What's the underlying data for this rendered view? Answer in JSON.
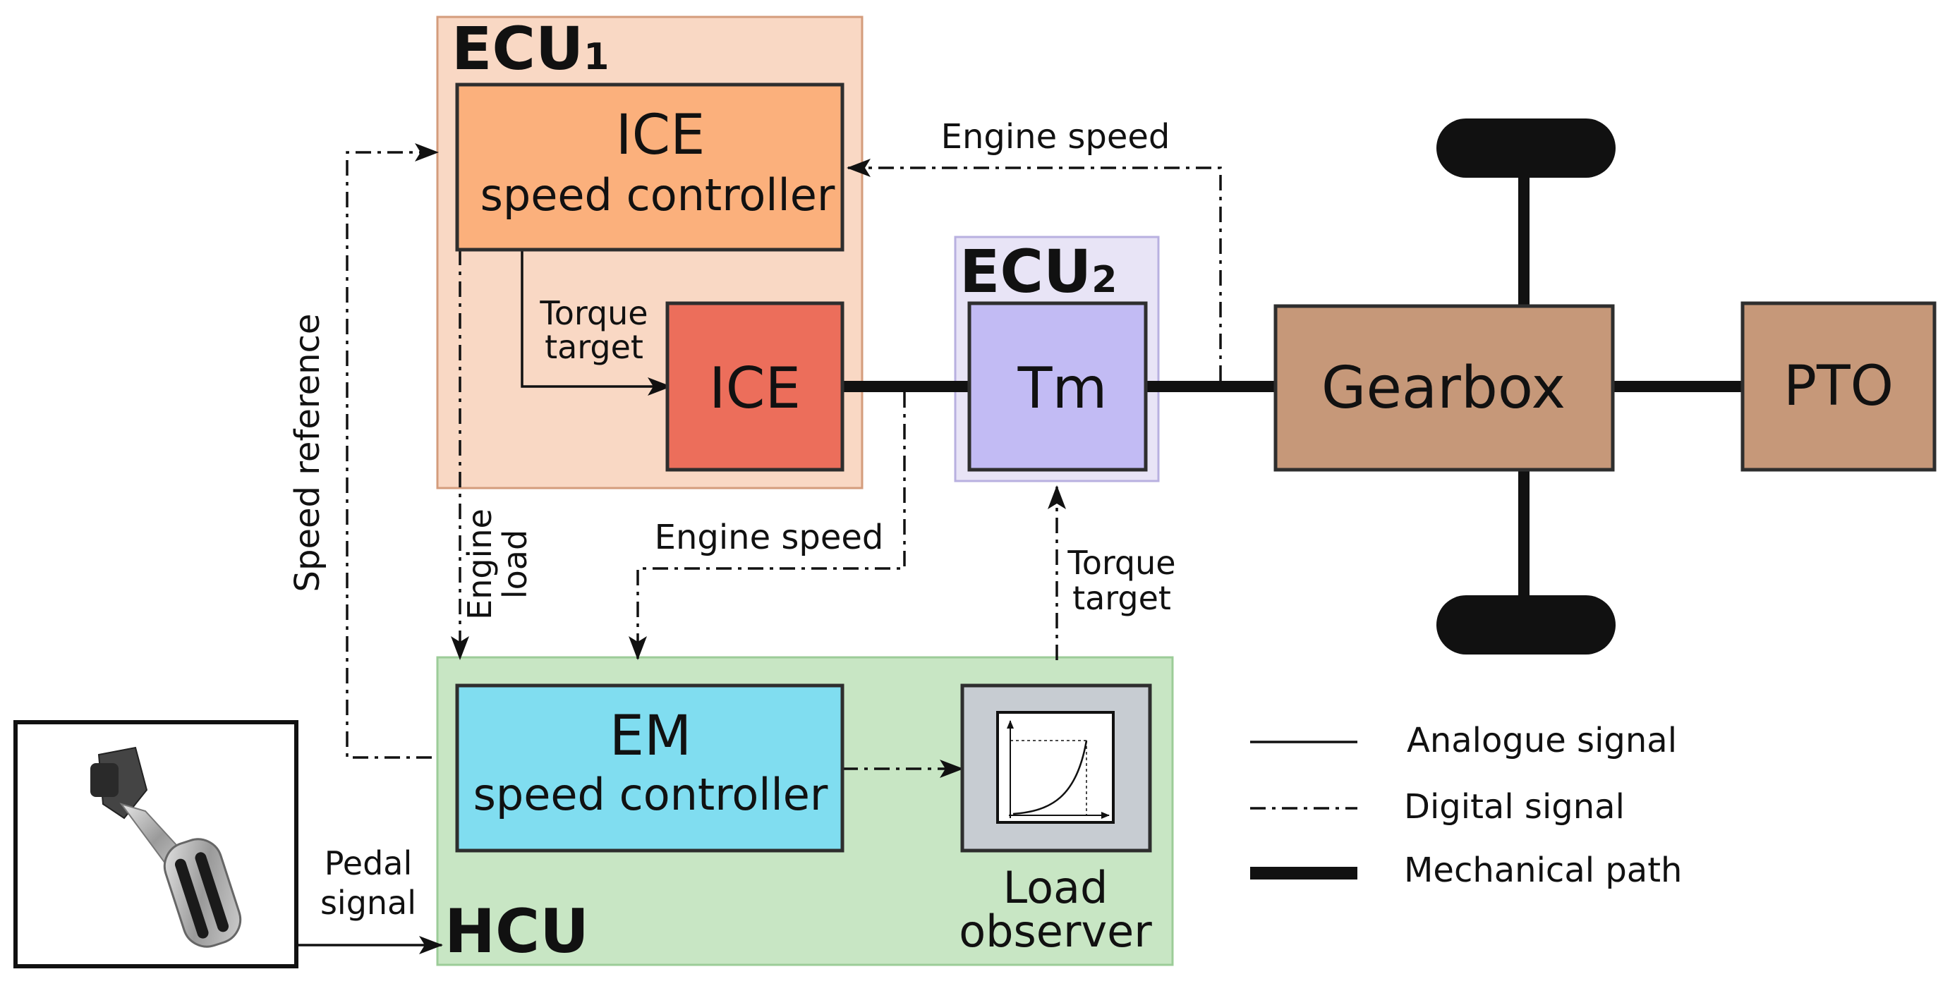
{
  "colors": {
    "ecu1_bg": "#f9d8c4",
    "ecu2_bg": "#e8e4f6",
    "hcu_bg": "#c8e6c4",
    "ice_controller": "#fbb07c",
    "ice": "#ec6e5b",
    "tm": "#c2bbf4",
    "em_controller": "#80ddf0",
    "gearbox": "#c69879",
    "pto": "#c69879",
    "load_observer": "#c7ccd2",
    "stroke": "#2e2e2e"
  },
  "labels": {
    "ecu1_title_main": "ECU",
    "ecu1_title_sub": "1",
    "ecu2_title_main": "ECU",
    "ecu2_title_sub": "2",
    "hcu_title": "HCU",
    "ice_ctrl_line1": "ICE",
    "ice_ctrl_line2": "speed controller",
    "ice": "ICE",
    "tm": "Tm",
    "gearbox": "Gearbox",
    "pto": "PTO",
    "em_ctrl_line1": "EM",
    "em_ctrl_line2": "speed controller",
    "load_observer_line1": "Load",
    "load_observer_line2": "observer",
    "engine_speed_top": "Engine speed",
    "engine_speed_mid": "Engine speed",
    "torque_target_ice_line1": "Torque",
    "torque_target_ice_line2": "target",
    "torque_target_tm_line1": "Torque",
    "torque_target_tm_line2": "target",
    "speed_reference": "Speed reference",
    "engine_load_line1": "Engine",
    "engine_load_line2": "load",
    "pedal_signal_line1": "Pedal",
    "pedal_signal_line2": "signal"
  },
  "legend": [
    {
      "style": "analogue",
      "label": "Analogue signal"
    },
    {
      "style": "digital",
      "label": "Digital signal"
    },
    {
      "style": "mechanical",
      "label": "Mechanical path"
    }
  ],
  "icons": {
    "pedal": "accelerator-pedal-icon",
    "load_curve": "load-curve-plot-icon",
    "wheel": "wheel-icon"
  }
}
